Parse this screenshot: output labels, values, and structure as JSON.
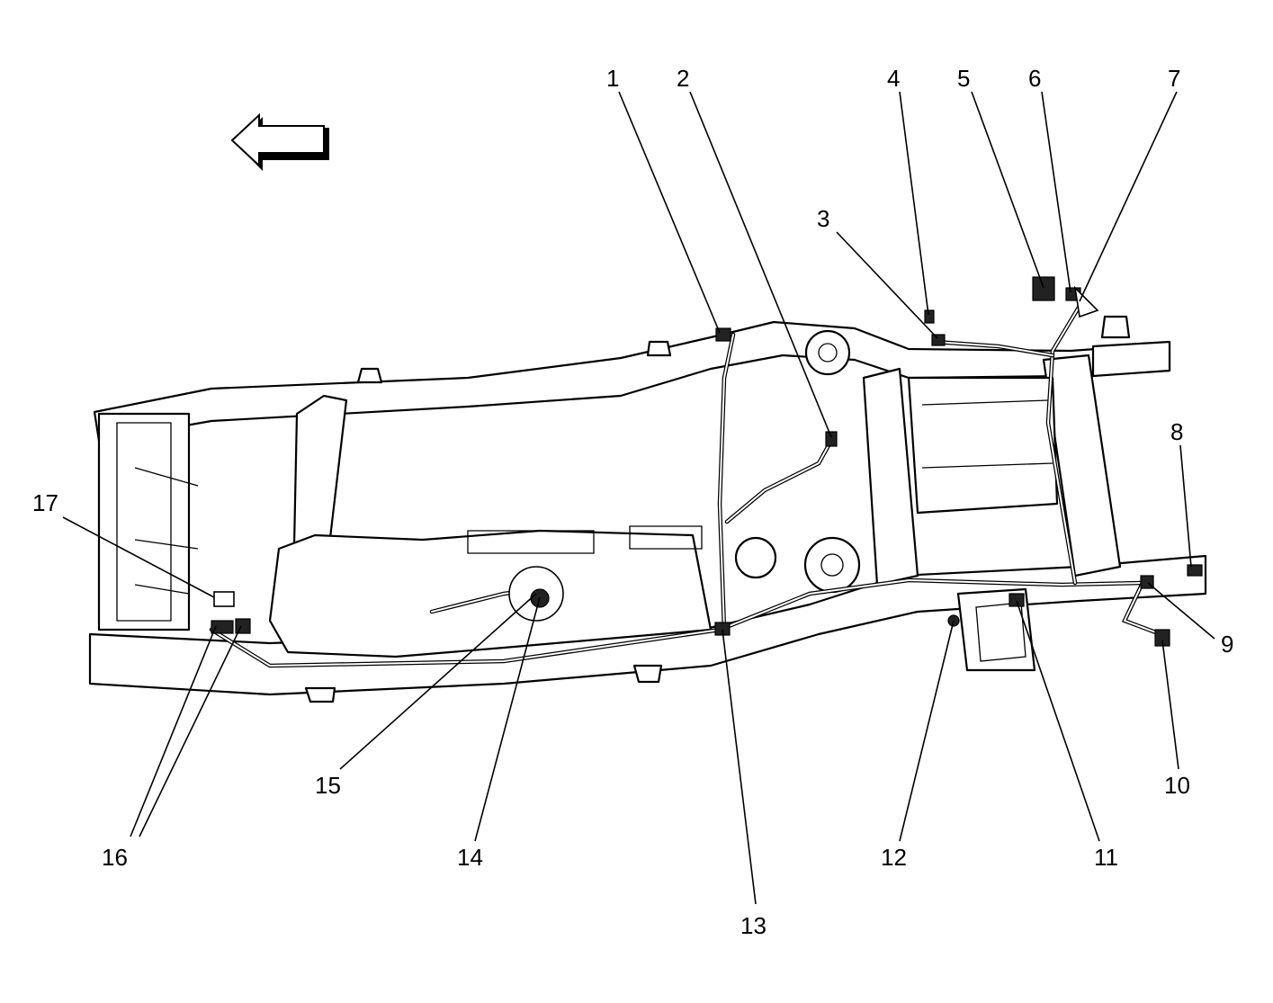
{
  "diagram": {
    "direction_icon": "left-arrow-icon",
    "callouts": [
      {
        "id": "c1",
        "label": "1"
      },
      {
        "id": "c2",
        "label": "2"
      },
      {
        "id": "c3",
        "label": "3"
      },
      {
        "id": "c4",
        "label": "4"
      },
      {
        "id": "c5",
        "label": "5"
      },
      {
        "id": "c6",
        "label": "6"
      },
      {
        "id": "c7",
        "label": "7"
      },
      {
        "id": "c8",
        "label": "8"
      },
      {
        "id": "c9",
        "label": "9"
      },
      {
        "id": "c10",
        "label": "10"
      },
      {
        "id": "c11",
        "label": "11"
      },
      {
        "id": "c12",
        "label": "12"
      },
      {
        "id": "c13",
        "label": "13"
      },
      {
        "id": "c14",
        "label": "14"
      },
      {
        "id": "c15",
        "label": "15"
      },
      {
        "id": "c16",
        "label": "16"
      },
      {
        "id": "c17",
        "label": "17"
      }
    ]
  }
}
